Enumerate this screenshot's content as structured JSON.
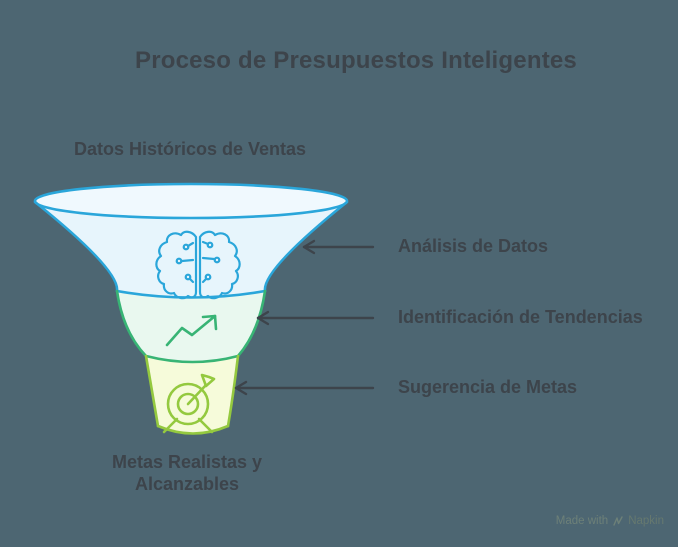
{
  "title": "Proceso de Presupuestos Inteligentes",
  "funnel": {
    "top_label": "Datos Históricos de Ventas",
    "bottom_label_line1": "Metas Realistas y",
    "bottom_label_line2": "Alcanzables",
    "stages": [
      {
        "label": "Análisis de Datos",
        "icon": "brain-circuit-icon",
        "stroke": "#2aa6da",
        "fill": "#e7f5fc"
      },
      {
        "label": "Identificación de Tendencias",
        "icon": "trending-up-icon",
        "stroke": "#38b475",
        "fill": "#e9f8ef"
      },
      {
        "label": "Sugerencia de Metas",
        "icon": "target-goal-icon",
        "stroke": "#94c93f",
        "fill": "#f6fbda"
      }
    ]
  },
  "colors": {
    "background": "#4d6672",
    "text": "#3d444b",
    "connector_arrow": "#3d444b",
    "funnel_mouth_face": "#f0f9fe"
  },
  "watermark": {
    "prefix": "Made with",
    "brand": "Napkin",
    "icon": "napkin-logo-icon"
  }
}
